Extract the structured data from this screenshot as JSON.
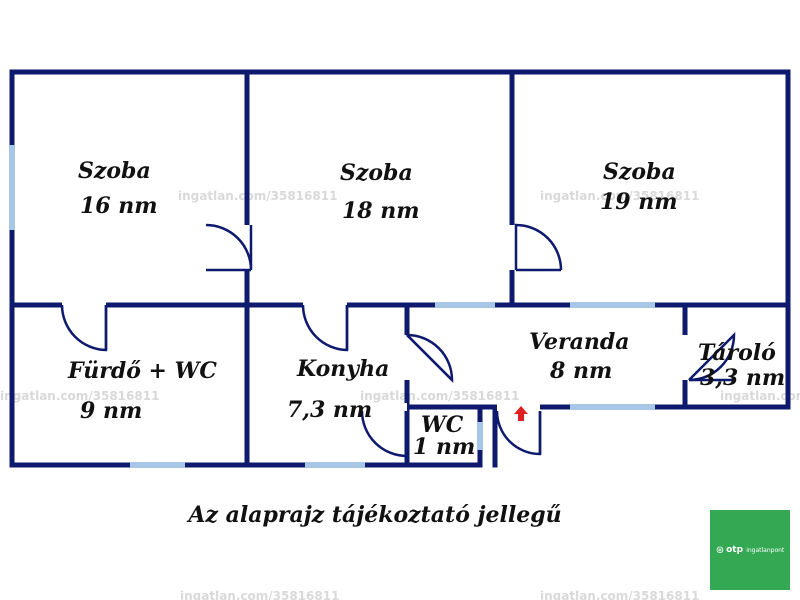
{
  "rooms": [
    {
      "name": "Szoba",
      "area": "16 nm"
    },
    {
      "name": "Szoba",
      "area": "18 nm"
    },
    {
      "name": "Szoba",
      "area": "19 nm"
    },
    {
      "name": "Fürdő + WC",
      "area": "9 nm"
    },
    {
      "name": "Konyha",
      "area": "7,3 nm"
    },
    {
      "name": "WC",
      "area": "1 nm"
    },
    {
      "name": "Veranda",
      "area": "8 nm"
    },
    {
      "name": "Tároló",
      "area": "3,3 nm"
    }
  ],
  "disclaimer": "Az alaprajz tájékoztató jellegű",
  "watermark": "ingatlan.com/35816811",
  "logo": {
    "mark": "⊛",
    "brand": "otp",
    "sub": "ingatlanpont"
  },
  "colors": {
    "wall": "#0d1a6e",
    "window": "#a8c7e6",
    "entrance_arrow": "#e02020",
    "logo_bg": "#34a853"
  }
}
